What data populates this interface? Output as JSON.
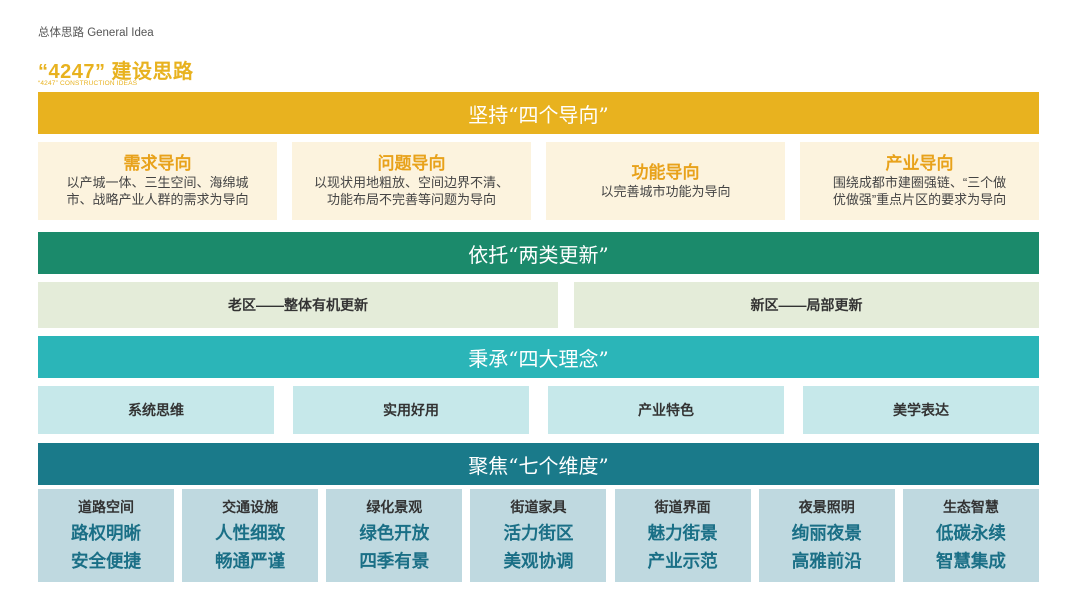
{
  "header": {
    "section_label": "总体思路 General Idea",
    "title": "“4247”  建设思路",
    "subtitle": "“4247” CONSTRUCTION IDEAS"
  },
  "colors": {
    "gold": "#e8b21f",
    "green": "#1b8a6b",
    "teal": "#2bb5b8",
    "dark_teal": "#1a7a8a"
  },
  "orientations": {
    "banner": "坚持“四个导向”",
    "items": [
      {
        "title": "需求导向",
        "desc_lines": [
          "以产城一体、三生空间、海绵城",
          "市、战略产业人群的需求为导向"
        ]
      },
      {
        "title": "问题导向",
        "desc_lines": [
          "以现状用地粗放、空间边界不清、",
          "功能布局不完善等问题为导向"
        ]
      },
      {
        "title": "功能导向",
        "desc_lines": [
          "以完善城市功能为导向",
          ""
        ]
      },
      {
        "title": "产业导向",
        "desc_lines": [
          "围绕成都市建圈强链、“三个做",
          "优做强”重点片区的要求为导向"
        ]
      }
    ]
  },
  "renewals": {
    "banner": "依托“两类更新”",
    "items": [
      "老区——整体有机更新",
      "新区——局部更新"
    ]
  },
  "concepts": {
    "banner": "秉承“四大理念”",
    "items": [
      "系统思维",
      "实用好用",
      "产业特色",
      "美学表达"
    ]
  },
  "dimensions": {
    "banner": "聚焦“七个维度”",
    "items": [
      {
        "head": "道路空间",
        "lines": [
          "路权明晰",
          "安全便捷"
        ]
      },
      {
        "head": "交通设施",
        "lines": [
          "人性细致",
          "畅通严谨"
        ]
      },
      {
        "head": "绿化景观",
        "lines": [
          "绿色开放",
          "四季有景"
        ]
      },
      {
        "head": "街道家具",
        "lines": [
          "活力街区",
          "美观协调"
        ]
      },
      {
        "head": "街道界面",
        "lines": [
          "魅力街景",
          "产业示范"
        ]
      },
      {
        "head": "夜景照明",
        "lines": [
          "绚丽夜景",
          "高雅前沿"
        ]
      },
      {
        "head": "生态智慧",
        "lines": [
          "低碳永续",
          "智慧集成"
        ]
      }
    ]
  }
}
